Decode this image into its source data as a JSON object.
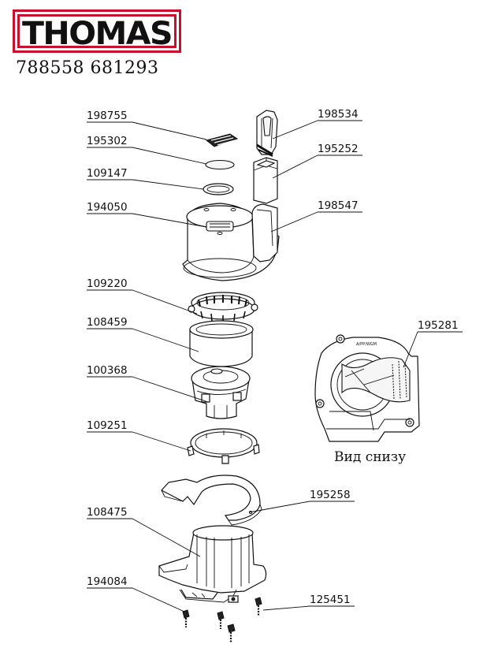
{
  "brand": {
    "name": "THOMAS",
    "color": "#c8102e"
  },
  "models": "788558 681293",
  "callouts": [
    {
      "id": "p198755",
      "label": "198755"
    },
    {
      "id": "p195302",
      "label": "195302"
    },
    {
      "id": "p109147",
      "label": "109147"
    },
    {
      "id": "p194050",
      "label": "194050"
    },
    {
      "id": "p109220",
      "label": "109220"
    },
    {
      "id": "p108459",
      "label": "108459"
    },
    {
      "id": "p100368",
      "label": "100368"
    },
    {
      "id": "p109251",
      "label": "109251"
    },
    {
      "id": "p108475",
      "label": "108475"
    },
    {
      "id": "p194084",
      "label": "194084"
    },
    {
      "id": "p198534",
      "label": "198534"
    },
    {
      "id": "p195252",
      "label": "195252"
    },
    {
      "id": "p198547",
      "label": "198547"
    },
    {
      "id": "p195281",
      "label": "195281"
    },
    {
      "id": "p195258",
      "label": "195258"
    },
    {
      "id": "p125451",
      "label": "125451"
    }
  ],
  "bottom_view_caption": "Вид снизу",
  "bottom_view_stamp": "A/PP/WGM"
}
